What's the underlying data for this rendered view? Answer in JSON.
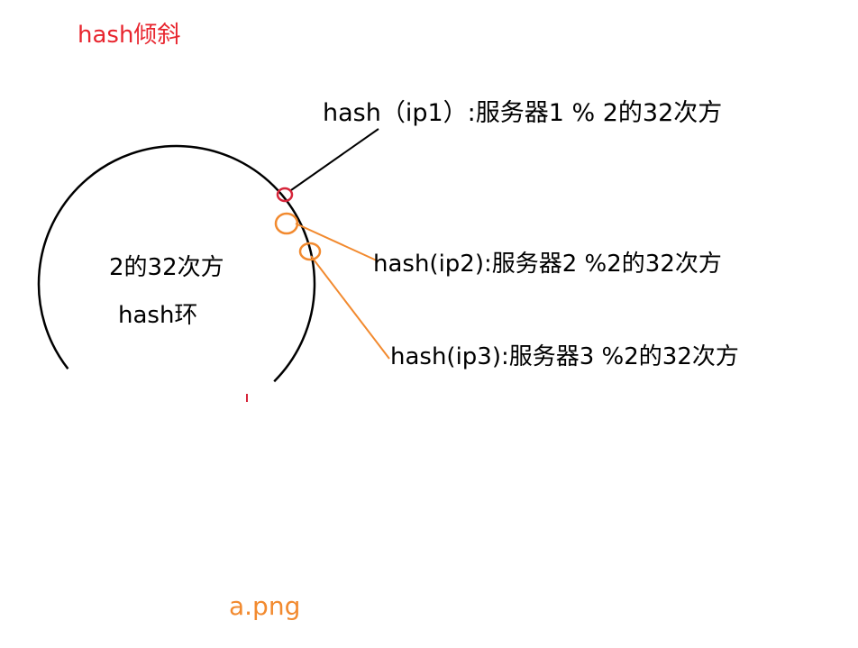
{
  "colors": {
    "title": "#e8262f",
    "text": "#000000",
    "ring": "#000000",
    "server1_marker": "#d6253a",
    "server_marker_orange": "#f28a2f",
    "file_label": "#f28a2f"
  },
  "diagram": {
    "title": "hash倾斜",
    "ring_label_line1": "2的32次方",
    "ring_label_line2": "hash环",
    "servers": [
      {
        "label": "hash（ip1）:服务器1  % 2的32次方"
      },
      {
        "label": "hash(ip2):服务器2 %2的32次方"
      },
      {
        "label": "hash(ip3):服务器3 %2的32次方"
      }
    ],
    "file_label": "a.png"
  }
}
